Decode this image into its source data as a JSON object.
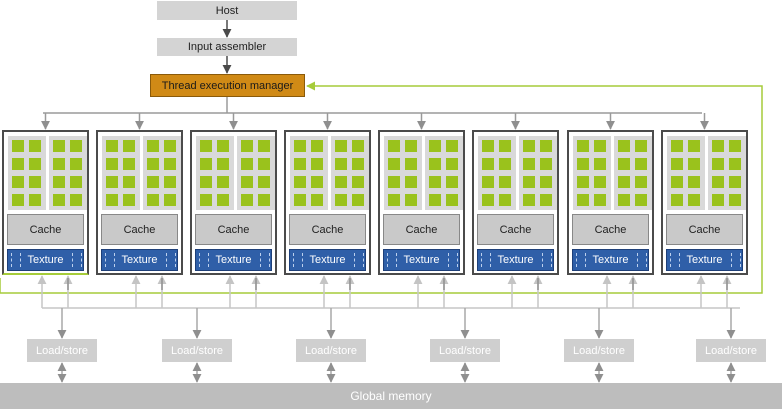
{
  "labels": {
    "host": "Host",
    "input_assembler": "Input assembler",
    "thread_execution_manager": "Thread execution manager",
    "global_memory": "Global memory"
  },
  "multiprocessors": [
    {
      "cache": "Cache",
      "texture": "Texture"
    },
    {
      "cache": "Cache",
      "texture": "Texture"
    },
    {
      "cache": "Cache",
      "texture": "Texture"
    },
    {
      "cache": "Cache",
      "texture": "Texture"
    },
    {
      "cache": "Cache",
      "texture": "Texture"
    },
    {
      "cache": "Cache",
      "texture": "Texture"
    },
    {
      "cache": "Cache",
      "texture": "Texture"
    },
    {
      "cache": "Cache",
      "texture": "Texture"
    }
  ],
  "load_store_units": [
    "Load/store",
    "Load/store",
    "Load/store",
    "Load/store",
    "Load/store",
    "Load/store"
  ],
  "colors": {
    "host_box": "#d4d4d4",
    "manager_box": "#d08a16",
    "processor_cell": "#9ac21c",
    "texture": "#2f5fa8",
    "cache": "#c9c9c9",
    "feedback_line": "#a6cc3a",
    "memory_bar": "#bdbdbd"
  }
}
